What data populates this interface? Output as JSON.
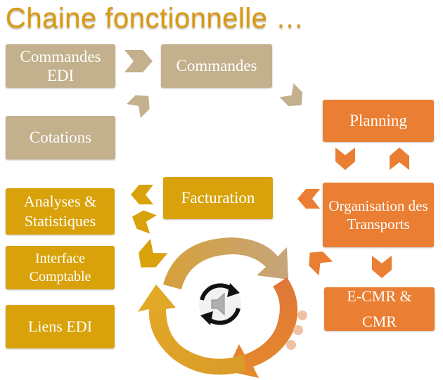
{
  "title": "Chaine fonctionnelle …",
  "boxes": {
    "commandes_edi": "Commandes EDI",
    "commandes": "Commandes",
    "cotations": "Cotations",
    "planning": "Planning",
    "organisation": "Organisation des Transports",
    "ecmr": "E-CMR & CMR",
    "facturation": "Facturation",
    "analyses": "Analyses & Statistiques",
    "interface": "Interface Comptable",
    "liens_edi": "Liens EDI"
  },
  "colors": {
    "title": "#d99a0f",
    "tan": "#c3b08c",
    "gold": "#d9a20a",
    "orange": "#ea7e32"
  },
  "icons": [
    "chevron-arrow-icon",
    "cycle-arrows-icon",
    "speaker-refresh-icon"
  ]
}
